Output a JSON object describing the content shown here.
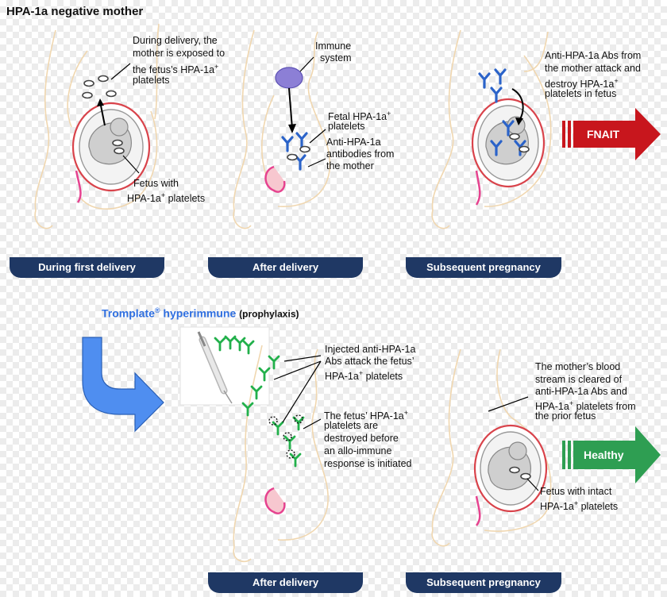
{
  "title": "HPA-1a negative mother",
  "banners": {
    "during_first_delivery": "During first delivery",
    "after_delivery_top": "After delivery",
    "subsequent_pregnancy_top": "Subsequent pregnancy",
    "after_delivery_bottom": "After delivery",
    "subsequent_pregnancy_bottom": "Subsequent pregnancy"
  },
  "labels": {
    "exposure_1": "During delivery, the",
    "exposure_2": "mother is exposed to",
    "exposure_3": "the fetus’s HPA-1a",
    "exposure_3_sup": "+",
    "exposure_4": "platelets",
    "fetus_1": "Fetus with",
    "fetus_2": "HPA-1a",
    "fetus_2_sup": "+",
    "fetus_2_end": " platelets",
    "immune_1": "Immune",
    "immune_2": "system",
    "fetal_1": "Fetal HPA-1a",
    "fetal_1_sup": "+",
    "fetal_2": "platelets",
    "antibodies_1": "Anti-HPA-1a",
    "antibodies_2": "antibodies from",
    "antibodies_3": "the mother",
    "attack_1": "Anti-HPA-1a Abs from",
    "attack_2": "the mother attack and",
    "attack_3": "destroy HPA-1a",
    "attack_3_sup": "+",
    "attack_4": "platelets in fetus",
    "injected_1": "Injected anti-HPA-1a",
    "injected_2": "Abs attack the fetus’",
    "injected_3": "HPA-1a",
    "injected_3_sup": "+",
    "injected_3_end": " platelets",
    "destroyed_1": "The fetus’ HPA-1a",
    "destroyed_1_sup": "+",
    "destroyed_2": "platelets are",
    "destroyed_3": "destroyed before",
    "destroyed_4": "an allo-immune",
    "destroyed_5": "response is initiated",
    "cleared_1": "The mother’s blood",
    "cleared_2": "stream is cleared of",
    "cleared_3": "anti-HPA-1a Abs and",
    "cleared_4": "HPA-1a",
    "cleared_4_sup": "+",
    "cleared_4_end": " platelets from",
    "cleared_5": "the prior fetus",
    "intact_1": "Fetus with intact",
    "intact_2": "HPA-1a",
    "intact_2_sup": "+",
    "intact_2_end": " platelets"
  },
  "tromplate": {
    "brand": "Tromplate",
    "reg": "®",
    "name": " hyperimmune",
    "suffix": "(prophylaxis)"
  },
  "outcome_arrows": {
    "fnait": "FNAIT",
    "healthy": "Healthy"
  },
  "colors": {
    "banner": "#1f3864",
    "fnait_red": "#c8161d",
    "healthy_green": "#2e9e52",
    "antibody_blue": "#2b63c9",
    "antibody_green": "#22b04b",
    "brand_blue": "#2f6fe0",
    "immune_purple": "#8c7fd6",
    "skin_outline": "#f0d7b0",
    "uterus_red": "#d9434b",
    "cord_pink": "#e6428f"
  },
  "icons": [
    "syringe-icon",
    "curved-arrow-icon",
    "antibody-icon",
    "platelet-icon",
    "immune-cell-icon"
  ]
}
